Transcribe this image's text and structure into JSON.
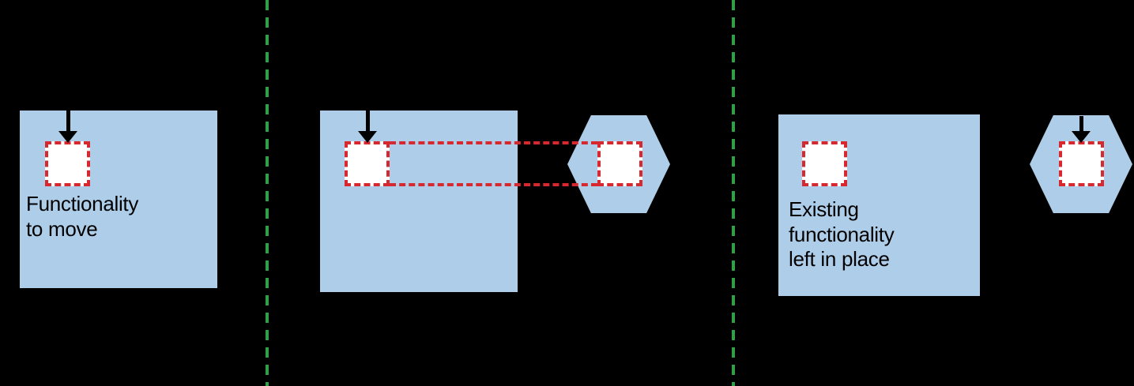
{
  "diagram": {
    "type": "migration-steps",
    "background": "#000000",
    "colors": {
      "box_fill": "#AECDE9",
      "slot_fill": "#FFFFFF",
      "slot_dash": "#D7282F",
      "divider_dash": "#2FA048",
      "arrow": "#000000",
      "label_text": "#000000"
    },
    "panels": [
      {
        "id": "step-1",
        "box_label": "Functionality\nto move"
      },
      {
        "id": "step-2",
        "box_label": ""
      },
      {
        "id": "step-3",
        "box_label": "Existing\nfunctionality\nleft in place"
      }
    ],
    "icons": {
      "move_arrow": "arrow-down",
      "divider": "dashed-vertical-line"
    }
  }
}
